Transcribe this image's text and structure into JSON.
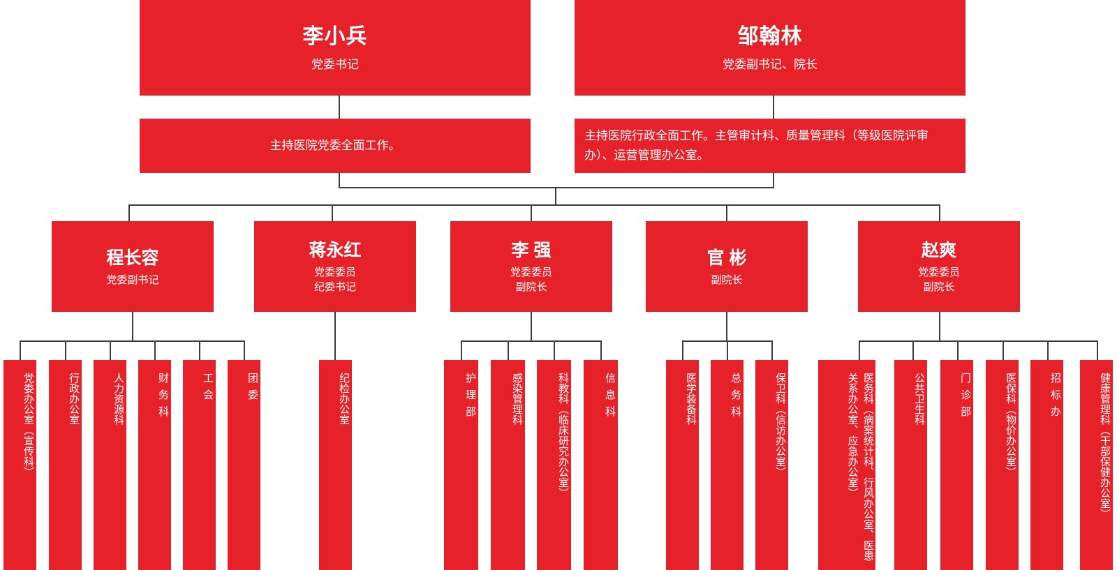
{
  "theme": {
    "box_color": "#e62129",
    "text_color": "#ffffff",
    "line_color": "#3c3c3c",
    "background": "#ffffff"
  },
  "executives": [
    {
      "name": "李小兵",
      "title": "党委书记",
      "duty": "主持医院党委全面工作。"
    },
    {
      "name": "邹翰林",
      "title": "党委副书记、院长",
      "duty": "主持医院行政全面工作。主管审计科、质量管理科（等级医院评审办）、运营管理办公室。"
    }
  ],
  "leaders": [
    {
      "name": "程长容",
      "title_line1": "党委副书记",
      "title_line2": ""
    },
    {
      "name": "蒋永红",
      "title_line1": "党委委员",
      "title_line2": "纪委书记"
    },
    {
      "name": "李 强",
      "title_line1": "党委委员",
      "title_line2": "副院长"
    },
    {
      "name": "官 彬",
      "title_line1": "副院长",
      "title_line2": ""
    },
    {
      "name": "赵爽",
      "title_line1": "党委委员",
      "title_line2": "副院长"
    }
  ],
  "departments": {
    "chengchangrong": [
      "党委办公室（宣传科）",
      "行政办公室",
      "人力资源科",
      "财务科",
      "工会",
      "团委"
    ],
    "jiangyonghong": [
      "纪检办公室"
    ],
    "liqiang": [
      "护理部",
      "感染管理科",
      "科教科（临床研究办公室）",
      "信息科"
    ],
    "guanbin": [
      "医学装备科",
      "总务科",
      "保卫科（信访办公室）"
    ],
    "zhaoshuang": [
      "医务科（病案统计科、行风办公室、医患关系办公室、应急办公室）",
      "公共卫生科",
      "门诊部",
      "医保科（物价办公室）",
      "招标办",
      "健康管理科（干部保健办公室）"
    ]
  }
}
